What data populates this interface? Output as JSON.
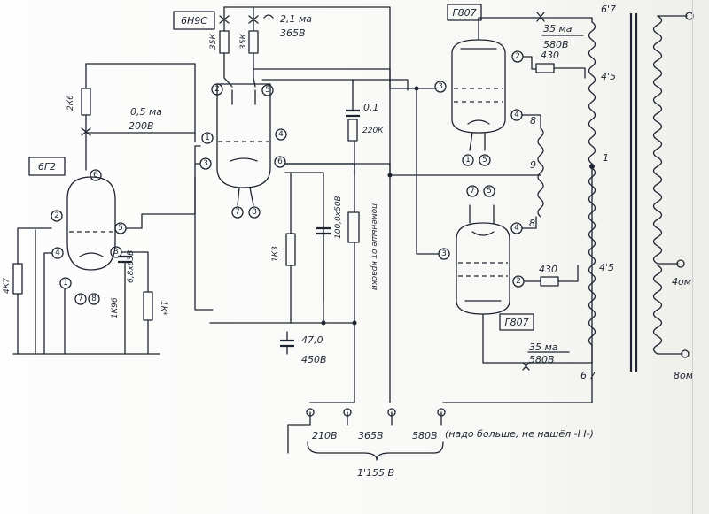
{
  "tubes": {
    "driver": "6Н9С",
    "input": "6Г2",
    "output_top": "Г807",
    "output_bottom": "Г807"
  },
  "annotations": {
    "driver_current": "2,1 ма",
    "driver_voltage": "365В",
    "input_current": "0,5 ма",
    "input_voltage": "200В",
    "top_current": "35 ма",
    "top_voltage": "580В",
    "bottom_current": "35 ма",
    "bottom_voltage": "580В"
  },
  "components": {
    "r_2k6": "2К6",
    "r_35k_a": "35К",
    "r_35k_b": "35К",
    "c_01": "0,1",
    "r_220k": "220К",
    "r_1k3": "1К3",
    "c_100": "100,0х50В",
    "r_pot": "поменьше от краски",
    "r_4k7": "4К7",
    "c_68": "6,8х63В",
    "r_1k96": "1К96",
    "r_1k_star": "1К*",
    "c_47": "47,0",
    "c_47v": "450В",
    "r_430_top": "430",
    "r_430_bot": "430"
  },
  "pins": {
    "p1": "1",
    "p2": "2",
    "p3": "3",
    "p4": "4",
    "p5": "5",
    "p6": "6",
    "p7": "7",
    "p8": "8"
  },
  "transformer": {
    "tap_67_top": "6'7",
    "tap_45_top": "4'5",
    "tap_1": "1",
    "tap_45_bot": "4'5",
    "tap_67_bot": "6'7",
    "tap_8": "8",
    "tap_9": "9",
    "tap_8b": "8",
    "out_4": "4ом",
    "out_8": "8ом"
  },
  "power": {
    "v1": "210В",
    "v2": "365В",
    "v3": "580В",
    "note": "(надо больше, не нашёл -I I-)",
    "total": "1'155 В"
  }
}
